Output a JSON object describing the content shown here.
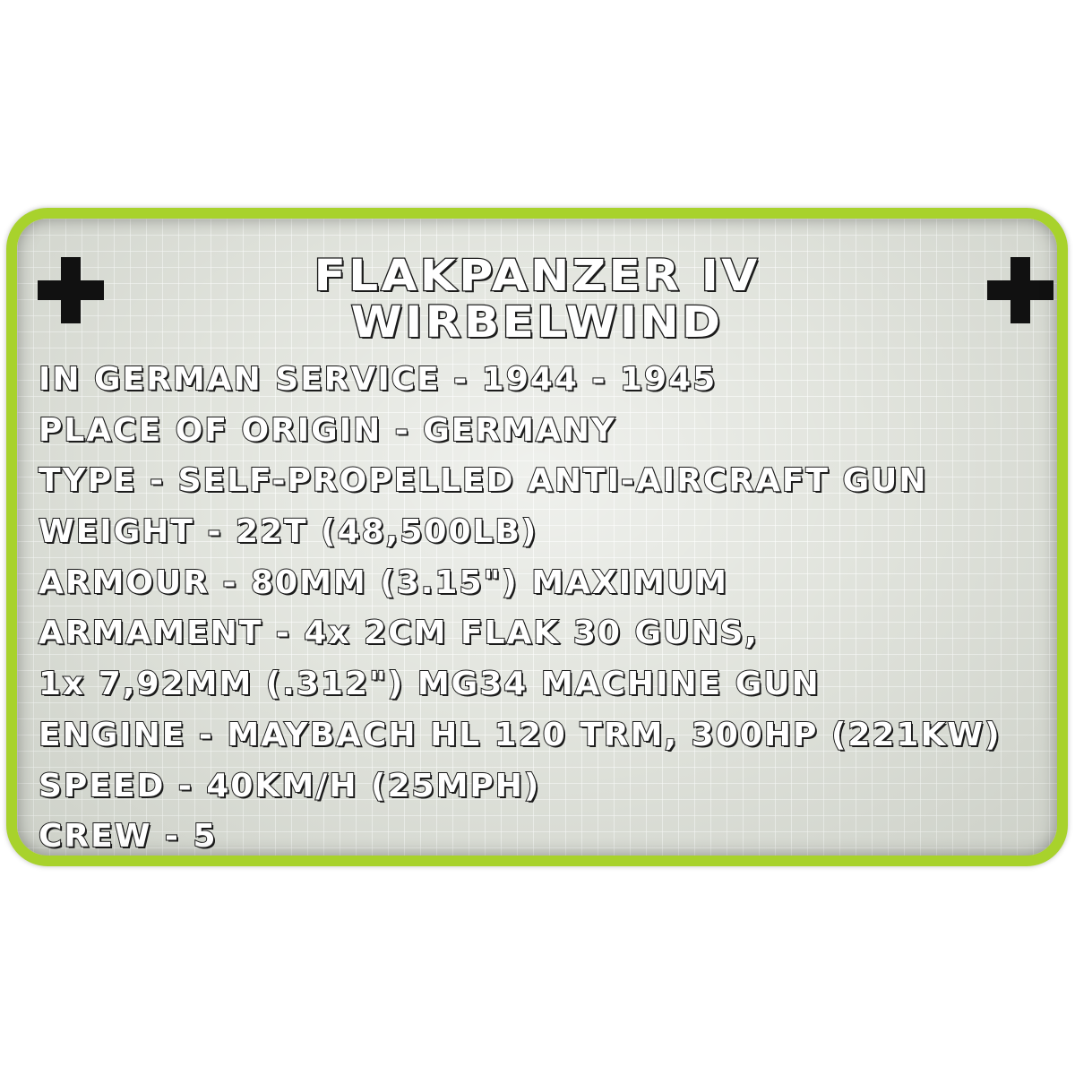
{
  "card": {
    "title_line1": "FLAKPANZER IV",
    "title_line2": "WIRBELWIND",
    "cross_icon": "iron-cross-icon",
    "border_color": "#a8d22c",
    "specs": [
      "IN GERMAN SERVICE - 1944 - 1945",
      "PLACE OF ORIGIN - GERMANY",
      "TYPE - SELF-PROPELLED ANTI-AIRCRAFT GUN",
      "WEIGHT - 22T (48,500LB)",
      "ARMOUR - 80MM (3.15\") MAXIMUM",
      "ARMAMENT - 4x 2CM FLAK 30 GUNS,",
      "1x 7,92MM (.312\") MG34 MACHINE GUN",
      "ENGINE - MAYBACH HL 120 TRM, 300HP (221KW)",
      "SPEED - 40KM/H (25MPH)",
      "CREW - 5"
    ]
  }
}
